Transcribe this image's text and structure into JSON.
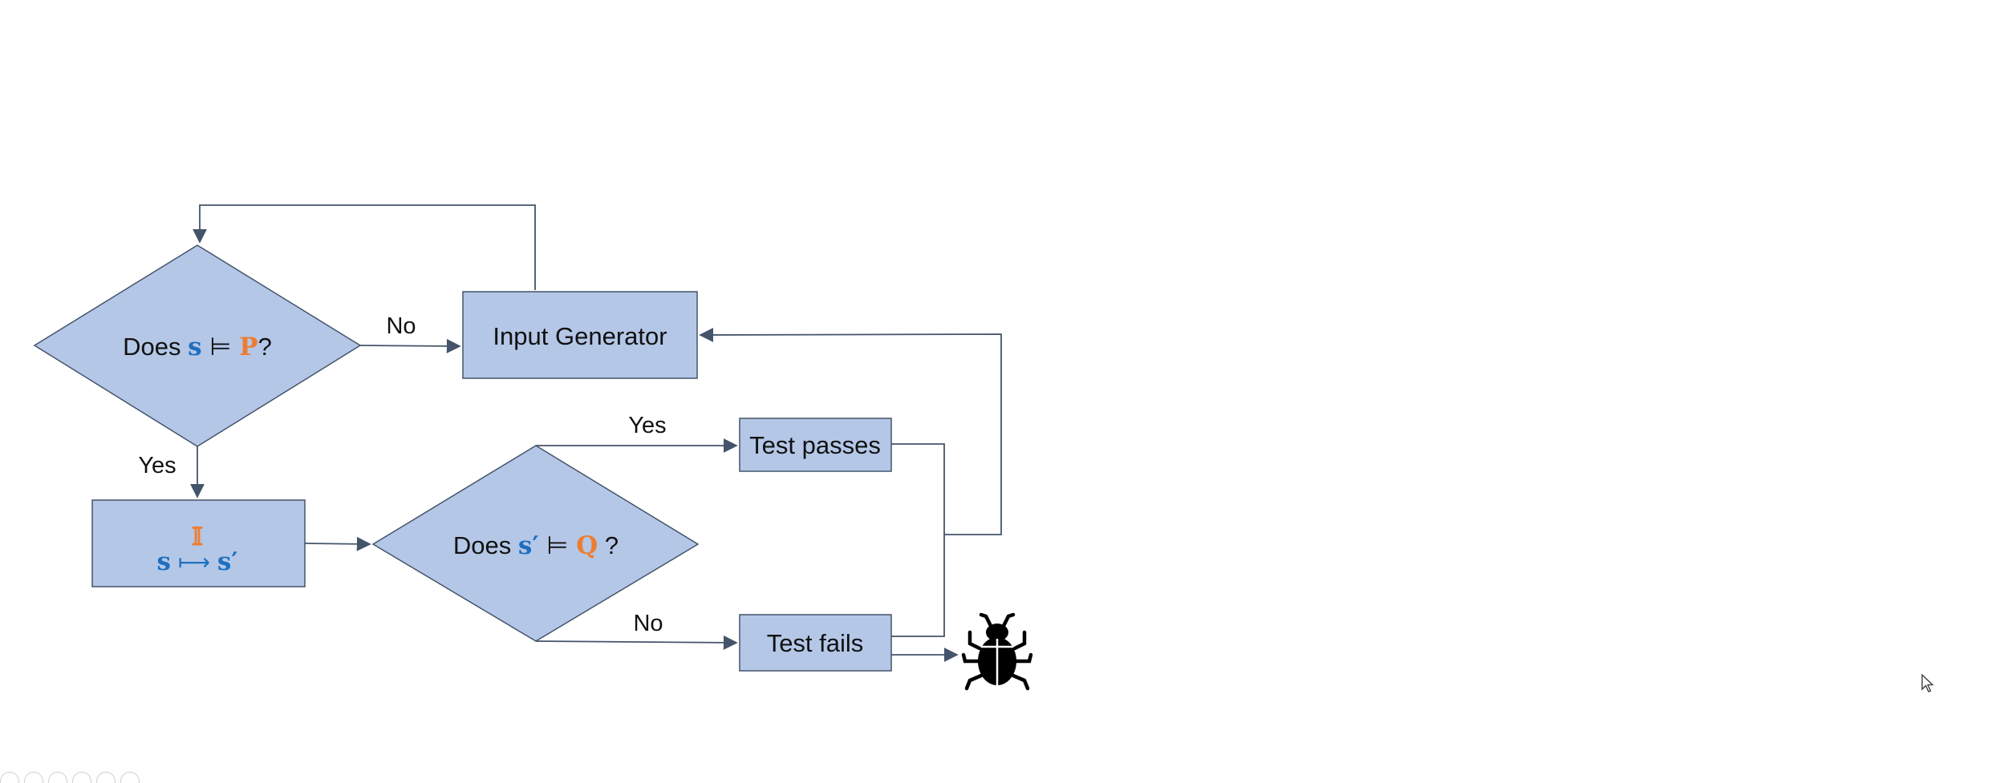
{
  "colors": {
    "shape_fill": "#b4c7e7",
    "shape_stroke": "#44546a",
    "connector": "#44546a",
    "s_blue": "#1f6fbf",
    "p_orange": "#ed7d31"
  },
  "decision_pre": {
    "prefix": "Does ",
    "var": "s",
    "op": " ⊨ ",
    "pred": "P",
    "suffix": "?"
  },
  "input_generator": {
    "label": "Input Generator"
  },
  "execution": {
    "program": "𝕀",
    "from": "s",
    "arrow": " ⟼ ",
    "to": "s′"
  },
  "decision_post": {
    "prefix": "Does ",
    "var": "s′",
    "op": " ⊨ ",
    "pred": "Q",
    "suffix": " ?"
  },
  "test_passes": {
    "label": "Test passes"
  },
  "test_fails": {
    "label": "Test fails"
  },
  "edge_labels": {
    "pre_no": "No",
    "pre_yes": "Yes",
    "post_yes": "Yes",
    "post_no": "No"
  },
  "icons": {
    "bug": "bug-icon",
    "cursor": "mouse-pointer-icon",
    "slide_controls": [
      "previous-slide-icon",
      "next-slide-icon",
      "pen-icon",
      "zoom-icon",
      "search-icon",
      "more-icon"
    ]
  }
}
